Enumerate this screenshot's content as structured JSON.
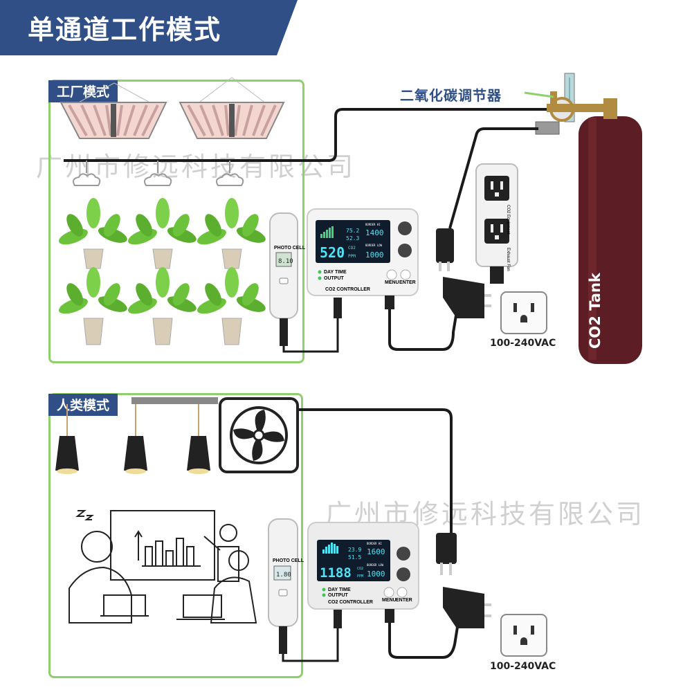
{
  "title": "单通道工作模式",
  "factory_mode": {
    "tag": "工厂模式"
  },
  "human_mode": {
    "tag": "人类模式"
  },
  "watermark": "广州市修远科技有限公司",
  "regulator_label": "二氧化碳调节器",
  "tank_label": "CO2 Tank",
  "voltage_label": "100-240VAC",
  "controller_top": {
    "value_main": "520",
    "unit_main": "PPM",
    "co2": "CO2",
    "temp": "75.2",
    "humidity": "52.3",
    "border_hi_label": "BORDER HI",
    "border_hi_value": "1400",
    "border_low_label": "BORDER LOW",
    "border_low_value": "1000",
    "day_time": "DAY TIME",
    "output": "OUTPUT",
    "menu": "MENU",
    "enter": "ENTER",
    "name": "CO2 CONTROLLER"
  },
  "controller_bottom": {
    "value_main": "1188",
    "unit_main": "PPM",
    "co2": "CO2",
    "temp": "23.9",
    "humidity": "51.5",
    "border_hi_label": "BORDER HI",
    "border_hi_value": "1600",
    "border_low_label": "BORDER LOW",
    "border_low_value": "1000",
    "day_time": "DAY TIME",
    "output": "OUTPUT",
    "menu": "MENU",
    "enter": "ENTER",
    "name": "CO2 CONTROLLER"
  },
  "photocell_top": {
    "label": "PHOTO CELL",
    "value": "8.10"
  },
  "photocell_bottom": {
    "label": "PHOTO CELL",
    "value": "1.80"
  },
  "outlet_box": {
    "label_1": "CO2 Equipment",
    "label_2": "Exhaust Fan"
  },
  "colors": {
    "banner": "#2f4f86",
    "panel_border": "#8fd06a",
    "tank": "#5c1e24",
    "screen": "#0f1c2b",
    "screen_text": "#4fe3f5",
    "leaf": "#6cc23a"
  }
}
